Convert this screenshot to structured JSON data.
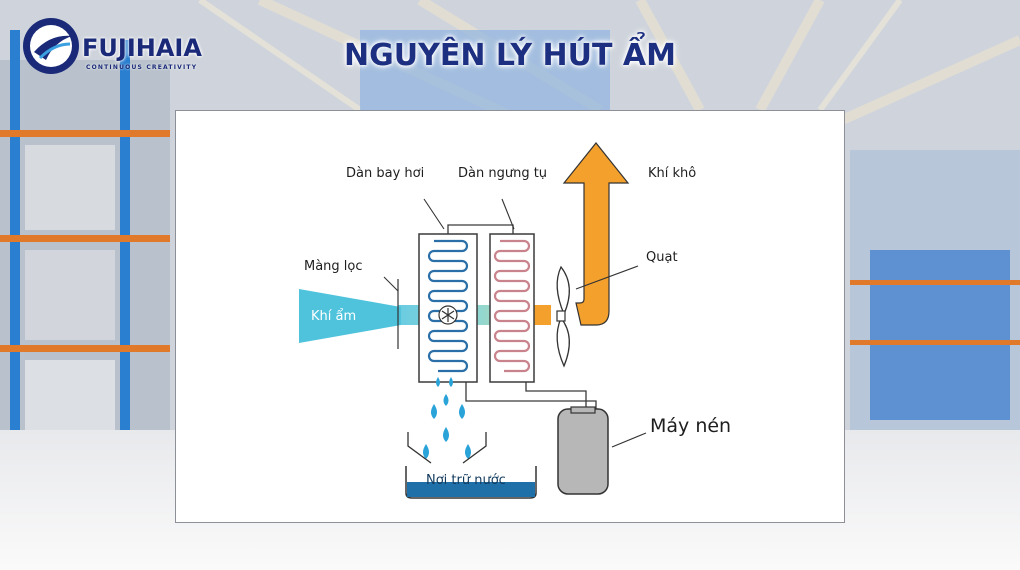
{
  "header": {
    "brand": "FUJIHAIA",
    "slogan": "CONTINUOUS CREATIVITY",
    "title": "NGUYÊN LÝ HÚT ẨM"
  },
  "diagram": {
    "labels": {
      "evaporator": "Dàn bay hơi",
      "condenser": "Dàn ngưng tụ",
      "dry_air": "Khí khô",
      "filter": "Màng lọc",
      "fan": "Quạt",
      "humid_air": "Khí ẩm",
      "compressor": "Máy nén",
      "water_tank": "Nơi trữ nước"
    },
    "colors": {
      "navy": "#1d2f80",
      "orange_arrow": "#f4a02c",
      "humid_air": "#4fc3dc",
      "water_drop": "#2aa3d8",
      "tank_water": "#1f6fa8",
      "compressor": "#b7b7b7"
    }
  }
}
